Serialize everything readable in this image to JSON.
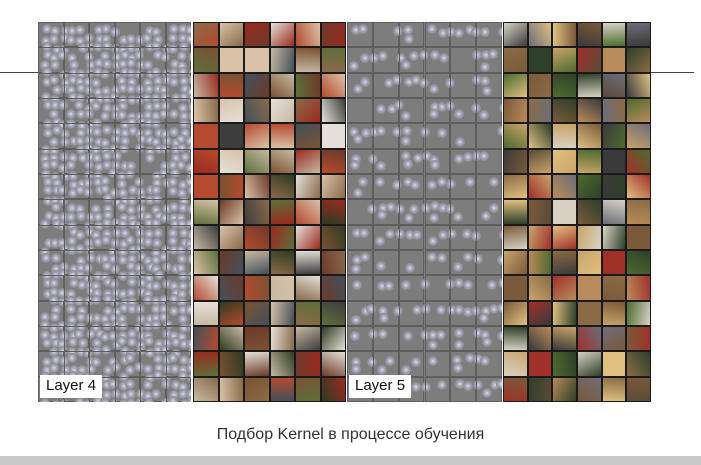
{
  "figure": {
    "panels": [
      {
        "label": "Layer 4"
      },
      {
        "label": "Layer 5"
      }
    ]
  },
  "caption": "Подбор Kernel в процессе обучения",
  "colors": {
    "visualization_bg": "#7d7d7d",
    "grid_line": "#5e5e5e",
    "slide_bottom_bar": "#c9c9c9"
  }
}
